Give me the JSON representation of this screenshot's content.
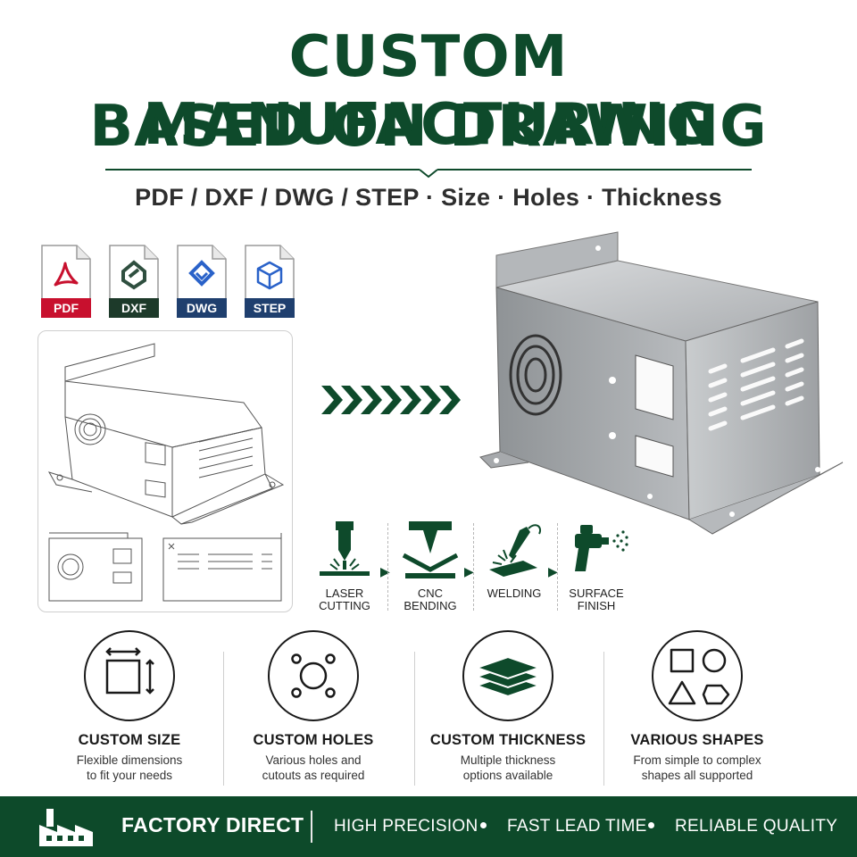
{
  "header": {
    "title_line1": "CUSTOM MANUFACTURING",
    "title_line2": "BASED ON DRAWING",
    "subtitle": "PDF / DXF / DWG / STEP  ·  Size · Holes · Thickness"
  },
  "file_formats": [
    {
      "label": "PDF",
      "color": "#c8102e",
      "icon": "acrobat-icon"
    },
    {
      "label": "DXF",
      "color": "#1d3a2a",
      "icon": "dxf-logo-icon"
    },
    {
      "label": "DWG",
      "color": "#1f3f6e",
      "icon": "dwg-logo-icon"
    },
    {
      "label": "STEP",
      "color": "#1f3f6e",
      "icon": "cube-icon"
    }
  ],
  "process_steps": [
    {
      "label": "LASER\nCUTTING",
      "icon": "laser-cutting-icon"
    },
    {
      "label": "CNC\nBENDING",
      "icon": "press-brake-icon"
    },
    {
      "label": "WELDING",
      "icon": "welding-torch-icon"
    },
    {
      "label": "SURFACE\nFINISH",
      "icon": "spray-gun-icon"
    }
  ],
  "features": [
    {
      "title": "CUSTOM SIZE",
      "desc": "Flexible dimensions\nto fit your needs",
      "icon": "resize-square-icon"
    },
    {
      "title": "CUSTOM HOLES",
      "desc": "Various holes and\ncutouts as required",
      "icon": "holes-pattern-icon"
    },
    {
      "title": "CUSTOM THICKNESS",
      "desc": "Multiple thickness\noptions available",
      "icon": "stacked-sheets-icon"
    },
    {
      "title": "VARIOUS SHAPES",
      "desc": "From simple to complex\nshapes all supported",
      "icon": "shapes-icon"
    }
  ],
  "footer": {
    "factory_label": "FACTORY DIRECT",
    "perks": [
      "HIGH PRECISION",
      "FAST LEAD TIME",
      "RELIABLE QUALITY"
    ]
  },
  "colors": {
    "brand_green": "#0e4a2b",
    "footer_green": "#0d4a2a",
    "text_dark": "#1f1f1f"
  }
}
